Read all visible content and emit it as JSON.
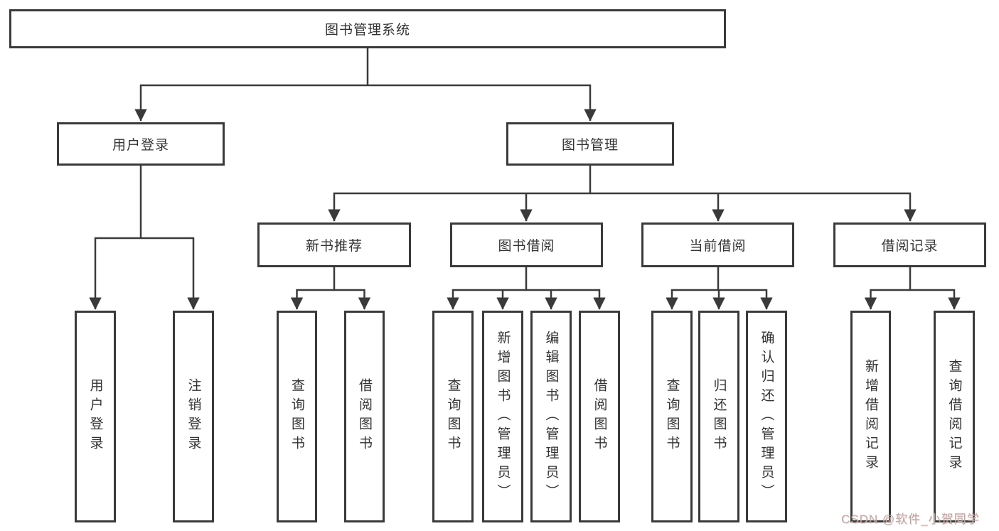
{
  "diagram": {
    "root": {
      "label": "图书管理系统"
    },
    "level2": [
      {
        "label": "用户登录"
      },
      {
        "label": "图书管理"
      }
    ],
    "level3": [
      {
        "label": "新书推荐"
      },
      {
        "label": "图书借阅"
      },
      {
        "label": "当前借阅"
      },
      {
        "label": "借阅记录"
      }
    ],
    "leaves": [
      {
        "label": "用户登录",
        "parent": "用户登录"
      },
      {
        "label": "注销登录",
        "parent": "用户登录"
      },
      {
        "label": "查询图书",
        "parent": "新书推荐"
      },
      {
        "label": "借阅图书",
        "parent": "新书推荐"
      },
      {
        "label": "查询图书",
        "parent": "图书借阅"
      },
      {
        "label": "新增图书（管理员）",
        "parent": "图书借阅"
      },
      {
        "label": "编辑图书（管理员）",
        "parent": "图书借阅"
      },
      {
        "label": "借阅图书",
        "parent": "图书借阅"
      },
      {
        "label": "查询图书",
        "parent": "当前借阅"
      },
      {
        "label": "归还图书",
        "parent": "当前借阅"
      },
      {
        "label": "确认归还（管理员）",
        "parent": "当前借阅"
      },
      {
        "label": "新增借阅记录",
        "parent": "借阅记录"
      },
      {
        "label": "查询借阅记录",
        "parent": "借阅记录"
      }
    ],
    "colors": {
      "line": "#3a3a3a",
      "box_border": "#3a3a3a",
      "box_fill": "#ffffff",
      "text": "#333333",
      "watermark": "#b9abab"
    }
  },
  "watermark": {
    "text": "CSDN @软件_小贺同学"
  }
}
